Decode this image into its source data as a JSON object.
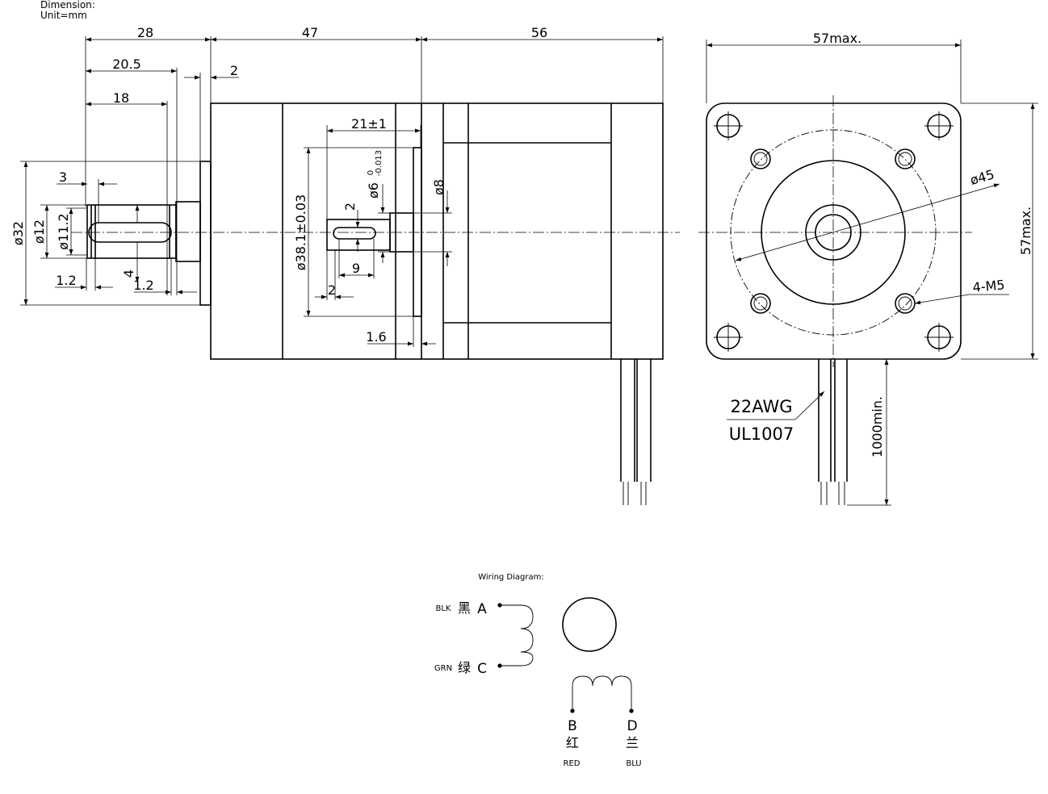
{
  "header": {
    "line1": "Dimension:",
    "line2": "Unit=mm"
  },
  "side_view": {
    "dims": {
      "overall_gearbox": "28",
      "gearbox_body": "47",
      "motor_body": "56",
      "shaft_20_5": "20.5",
      "shaft_18": "18",
      "flange_2": "2",
      "key_3": "3",
      "d32": "ø32",
      "d12": "ø12",
      "d11_2": "ø11.2",
      "gap_1_2_left": "1.2",
      "gap_1_2_right": "1.2",
      "key_depth_4": "4",
      "d38": "ø38.1±0.03",
      "len_21": "21±1",
      "d6": "ø6",
      "d6_tol_upper": "0",
      "d6_tol_lower": "-0.013",
      "d8": "ø8",
      "key_2_top": "2",
      "key_9": "9",
      "key_2_bottom": "2",
      "flange_1_6": "1.6"
    }
  },
  "front_view": {
    "dims": {
      "width": "57max.",
      "height": "57max.",
      "bolt_circle": "ø45",
      "holes": "4-M5",
      "lead_length": "1000min."
    },
    "wire_spec": {
      "gauge": "22AWG",
      "standard": "UL1007"
    }
  },
  "wiring": {
    "title": "Wiring Diagram:",
    "a": {
      "en": "BLK",
      "cn": "黑",
      "letter": "A"
    },
    "c": {
      "en": "GRN",
      "cn": "绿",
      "letter": "C"
    },
    "b": {
      "letter": "B",
      "cn": "红",
      "en": "RED"
    },
    "d": {
      "letter": "D",
      "cn": "兰",
      "en": "BLU"
    }
  }
}
